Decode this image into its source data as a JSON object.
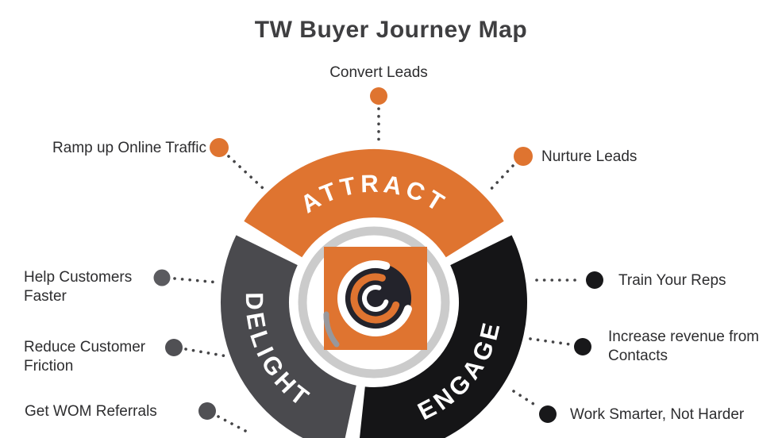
{
  "title": "TW Buyer Journey Map",
  "wheel": {
    "segments": [
      {
        "id": "attract",
        "label": "ATTRACT",
        "color": "#DF7430"
      },
      {
        "id": "engage",
        "label": "ENGAGE",
        "color": "#151517"
      },
      {
        "id": "delight",
        "label": "DELIGHT",
        "color": "#4A4A4E"
      }
    ],
    "ring_color": "#CBCBCB",
    "logo_orange": "#DF7430",
    "logo_dark": "#23232B",
    "logo_gray": "#98989C"
  },
  "callouts": [
    {
      "id": "convert-leads",
      "label": "Convert Leads",
      "stage": "attract",
      "dot_color": "#DF7430"
    },
    {
      "id": "ramp-up-online-traffic",
      "label": "Ramp up Online Traffic",
      "stage": "attract",
      "dot_color": "#DF7430"
    },
    {
      "id": "nurture-leads",
      "label": "Nurture Leads",
      "stage": "attract",
      "dot_color": "#DF7430"
    },
    {
      "id": "help-customers-faster",
      "label": "Help Customers Faster",
      "stage": "delight",
      "dot_color": "#5B5B5F"
    },
    {
      "id": "train-your-reps",
      "label": "Train Your Reps",
      "stage": "engage",
      "dot_color": "#18181A"
    },
    {
      "id": "reduce-customer-friction",
      "label": "Reduce Customer Friction",
      "stage": "delight",
      "dot_color": "#505054"
    },
    {
      "id": "increase-revenue",
      "label": "Increase revenue from Contacts",
      "stage": "engage",
      "dot_color": "#18181A"
    },
    {
      "id": "get-wom-referrals",
      "label": "Get WOM Referrals",
      "stage": "delight",
      "dot_color": "#505054"
    },
    {
      "id": "work-smarter-not-harder",
      "label": "Work Smarter, Not Harder",
      "stage": "engage",
      "dot_color": "#18181A"
    }
  ]
}
